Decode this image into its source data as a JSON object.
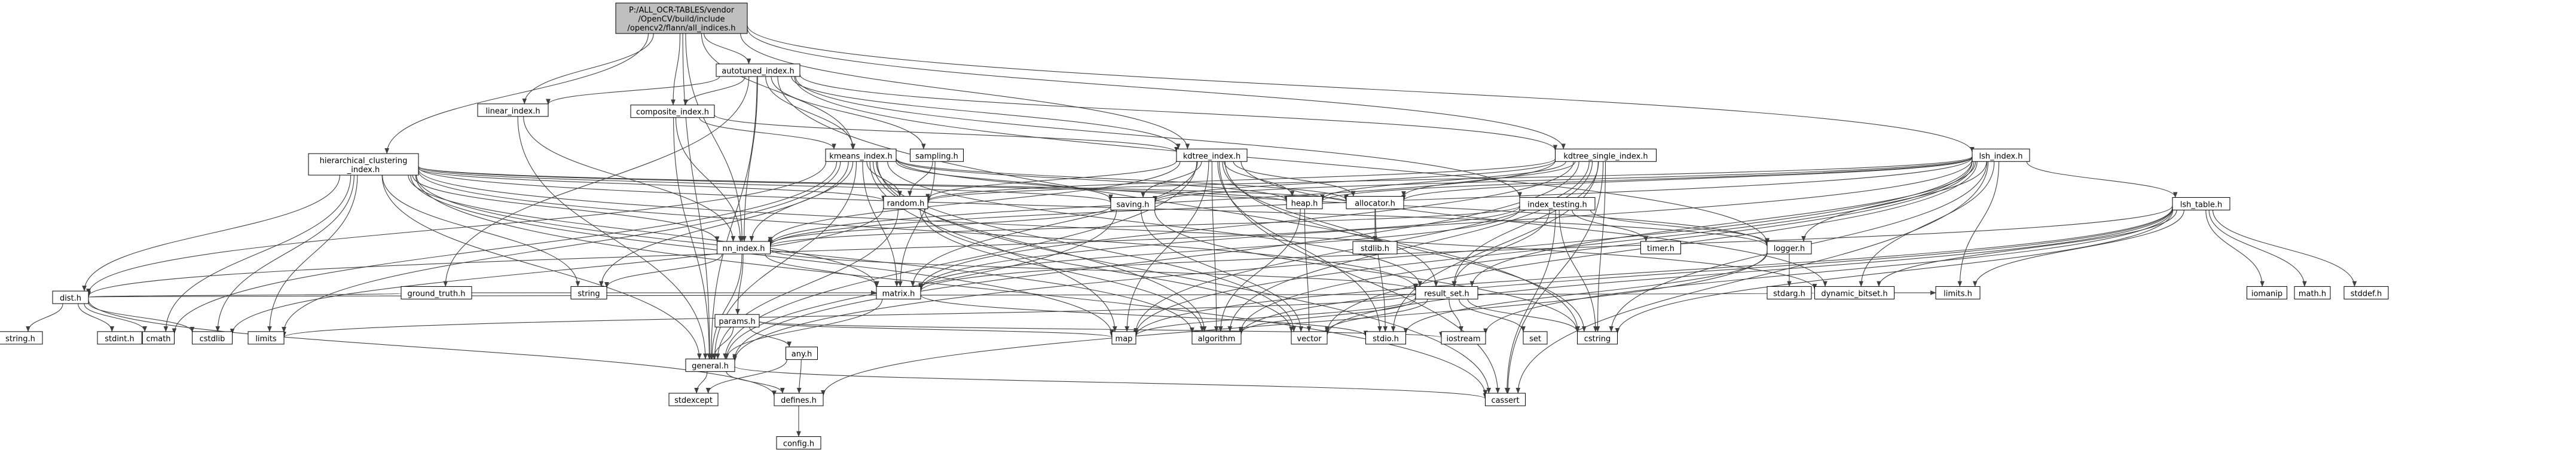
{
  "graph": {
    "title": "Include dependency graph",
    "colors": {
      "normal_fill": "#ffffff",
      "normal_border": "#000000",
      "root_fill": "#bfbfbf",
      "missing_border": "#ff0000",
      "edge": "#404040"
    },
    "nodes": [
      {
        "id": "all_indices",
        "lines": [
          "P:/ALL_OCR-TABLES/vendor",
          "/OpenCV/build/include",
          "/opencv2/flann/all_indices.h"
        ],
        "root": true
      },
      {
        "id": "autotuned",
        "lines": [
          "autotuned_index.h"
        ]
      },
      {
        "id": "linear",
        "lines": [
          "linear_index.h"
        ]
      },
      {
        "id": "composite",
        "lines": [
          "composite_index.h"
        ]
      },
      {
        "id": "sampling",
        "lines": [
          "sampling.h"
        ]
      },
      {
        "id": "hierarchical",
        "lines": [
          "hierarchical_clustering",
          "_index.h"
        ]
      },
      {
        "id": "kmeans",
        "lines": [
          "kmeans_index.h"
        ]
      },
      {
        "id": "kdtree",
        "lines": [
          "kdtree_index.h"
        ]
      },
      {
        "id": "kdtree_single",
        "lines": [
          "kdtree_single_index.h"
        ]
      },
      {
        "id": "lsh_index",
        "lines": [
          "lsh_index.h"
        ]
      },
      {
        "id": "random",
        "lines": [
          "random.h"
        ]
      },
      {
        "id": "saving",
        "lines": [
          "saving.h"
        ]
      },
      {
        "id": "heap",
        "lines": [
          "heap.h"
        ]
      },
      {
        "id": "allocator",
        "lines": [
          "allocator.h"
        ]
      },
      {
        "id": "index_testing",
        "lines": [
          "index_testing.h"
        ]
      },
      {
        "id": "timer",
        "lines": [
          "timer.h"
        ],
        "missing": true
      },
      {
        "id": "logger",
        "lines": [
          "logger.h"
        ]
      },
      {
        "id": "dynamic_bitset",
        "lines": [
          "dynamic_bitset.h"
        ]
      },
      {
        "id": "lsh_table",
        "lines": [
          "lsh_table.h"
        ]
      },
      {
        "id": "iomanip",
        "lines": [
          "iomanip"
        ]
      },
      {
        "id": "math_h",
        "lines": [
          "math.h"
        ]
      },
      {
        "id": "stddef",
        "lines": [
          "stddef.h"
        ]
      },
      {
        "id": "ground_truth",
        "lines": [
          "ground_truth.h"
        ]
      },
      {
        "id": "nn_index",
        "lines": [
          "nn_index.h"
        ]
      },
      {
        "id": "stdlib",
        "lines": [
          "stdlib.h"
        ]
      },
      {
        "id": "string",
        "lines": [
          "string"
        ]
      },
      {
        "id": "dist",
        "lines": [
          "dist.h"
        ]
      },
      {
        "id": "matrix",
        "lines": [
          "matrix.h"
        ]
      },
      {
        "id": "result_set",
        "lines": [
          "result_set.h"
        ]
      },
      {
        "id": "stdarg",
        "lines": [
          "stdarg.h"
        ]
      },
      {
        "id": "limits",
        "lines": [
          "limits"
        ]
      },
      {
        "id": "limits_h",
        "lines": [
          "limits.h"
        ]
      },
      {
        "id": "params",
        "lines": [
          "params.h"
        ]
      },
      {
        "id": "string_h",
        "lines": [
          "string.h"
        ]
      },
      {
        "id": "stdint",
        "lines": [
          "stdint.h"
        ]
      },
      {
        "id": "cmath",
        "lines": [
          "cmath"
        ]
      },
      {
        "id": "cstdlib",
        "lines": [
          "cstdlib"
        ]
      },
      {
        "id": "general",
        "lines": [
          "general.h"
        ]
      },
      {
        "id": "map",
        "lines": [
          "map"
        ]
      },
      {
        "id": "algorithm",
        "lines": [
          "algorithm"
        ]
      },
      {
        "id": "vector",
        "lines": [
          "vector"
        ]
      },
      {
        "id": "stdio",
        "lines": [
          "stdio.h"
        ]
      },
      {
        "id": "iostream",
        "lines": [
          "iostream"
        ]
      },
      {
        "id": "set",
        "lines": [
          "set"
        ]
      },
      {
        "id": "cstring",
        "lines": [
          "cstring"
        ]
      },
      {
        "id": "any",
        "lines": [
          "any.h"
        ],
        "missing": true
      },
      {
        "id": "stdexcept",
        "lines": [
          "stdexcept"
        ]
      },
      {
        "id": "defines",
        "lines": [
          "defines.h"
        ]
      },
      {
        "id": "cassert",
        "lines": [
          "cassert"
        ]
      },
      {
        "id": "config",
        "lines": [
          "config.h"
        ]
      }
    ],
    "edges": [
      [
        "all_indices",
        "autotuned"
      ],
      [
        "all_indices",
        "linear"
      ],
      [
        "all_indices",
        "composite"
      ],
      [
        "all_indices",
        "hierarchical"
      ],
      [
        "all_indices",
        "kmeans"
      ],
      [
        "all_indices",
        "kdtree"
      ],
      [
        "all_indices",
        "kdtree_single"
      ],
      [
        "all_indices",
        "lsh_index"
      ],
      [
        "all_indices",
        "nn_index"
      ],
      [
        "all_indices",
        "general"
      ],
      [
        "autotuned",
        "linear"
      ],
      [
        "autotuned",
        "composite"
      ],
      [
        "autotuned",
        "kmeans"
      ],
      [
        "autotuned",
        "kdtree"
      ],
      [
        "autotuned",
        "kdtree_single"
      ],
      [
        "autotuned",
        "sampling"
      ],
      [
        "autotuned",
        "ground_truth"
      ],
      [
        "autotuned",
        "index_testing"
      ],
      [
        "autotuned",
        "logger"
      ],
      [
        "autotuned",
        "nn_index"
      ],
      [
        "autotuned",
        "general"
      ],
      [
        "autotuned",
        "cstring"
      ],
      [
        "linear",
        "nn_index"
      ],
      [
        "linear",
        "general"
      ],
      [
        "composite",
        "kmeans"
      ],
      [
        "composite",
        "kdtree"
      ],
      [
        "composite",
        "nn_index"
      ],
      [
        "composite",
        "general"
      ],
      [
        "sampling",
        "matrix"
      ],
      [
        "sampling",
        "random"
      ],
      [
        "hierarchical",
        "random"
      ],
      [
        "hierarchical",
        "saving"
      ],
      [
        "hierarchical",
        "heap"
      ],
      [
        "hierarchical",
        "allocator"
      ],
      [
        "hierarchical",
        "logger"
      ],
      [
        "hierarchical",
        "nn_index"
      ],
      [
        "hierarchical",
        "dist"
      ],
      [
        "hierarchical",
        "matrix"
      ],
      [
        "hierarchical",
        "result_set"
      ],
      [
        "hierarchical",
        "general"
      ],
      [
        "hierarchical",
        "map"
      ],
      [
        "hierarchical",
        "algorithm"
      ],
      [
        "hierarchical",
        "string"
      ],
      [
        "hierarchical",
        "limits"
      ],
      [
        "hierarchical",
        "cmath"
      ],
      [
        "hierarchical",
        "cstdlib"
      ],
      [
        "hierarchical",
        "cassert"
      ],
      [
        "hierarchical",
        "dynamic_bitset"
      ],
      [
        "kmeans",
        "random"
      ],
      [
        "kmeans",
        "saving"
      ],
      [
        "kmeans",
        "heap"
      ],
      [
        "kmeans",
        "allocator"
      ],
      [
        "kmeans",
        "logger"
      ],
      [
        "kmeans",
        "nn_index"
      ],
      [
        "kmeans",
        "dist"
      ],
      [
        "kmeans",
        "matrix"
      ],
      [
        "kmeans",
        "result_set"
      ],
      [
        "kmeans",
        "general"
      ],
      [
        "kmeans",
        "map"
      ],
      [
        "kmeans",
        "algorithm"
      ],
      [
        "kmeans",
        "string"
      ],
      [
        "kmeans",
        "limits"
      ],
      [
        "kmeans",
        "cmath"
      ],
      [
        "kmeans",
        "cassert"
      ],
      [
        "kmeans",
        "vector"
      ],
      [
        "kdtree",
        "random"
      ],
      [
        "kdtree",
        "saving"
      ],
      [
        "kdtree",
        "heap"
      ],
      [
        "kdtree",
        "allocator"
      ],
      [
        "kdtree",
        "dynamic_bitset"
      ],
      [
        "kdtree",
        "nn_index"
      ],
      [
        "kdtree",
        "matrix"
      ],
      [
        "kdtree",
        "result_set"
      ],
      [
        "kdtree",
        "general"
      ],
      [
        "kdtree",
        "map"
      ],
      [
        "kdtree",
        "algorithm"
      ],
      [
        "kdtree",
        "cstring"
      ],
      [
        "kdtree",
        "cassert"
      ],
      [
        "kdtree",
        "stdio"
      ],
      [
        "kdtree_single",
        "random"
      ],
      [
        "kdtree_single",
        "saving"
      ],
      [
        "kdtree_single",
        "heap"
      ],
      [
        "kdtree_single",
        "allocator"
      ],
      [
        "kdtree_single",
        "nn_index"
      ],
      [
        "kdtree_single",
        "matrix"
      ],
      [
        "kdtree_single",
        "result_set"
      ],
      [
        "kdtree_single",
        "general"
      ],
      [
        "kdtree_single",
        "algorithm"
      ],
      [
        "kdtree_single",
        "cstring"
      ],
      [
        "kdtree_single",
        "cassert"
      ],
      [
        "kdtree_single",
        "stdio"
      ],
      [
        "kdtree_single",
        "map"
      ],
      [
        "lsh_index",
        "random"
      ],
      [
        "lsh_index",
        "saving"
      ],
      [
        "lsh_index",
        "heap"
      ],
      [
        "lsh_index",
        "allocator"
      ],
      [
        "lsh_index",
        "dynamic_bitset"
      ],
      [
        "lsh_index",
        "logger"
      ],
      [
        "lsh_index",
        "lsh_table"
      ],
      [
        "lsh_index",
        "nn_index"
      ],
      [
        "lsh_index",
        "matrix"
      ],
      [
        "lsh_index",
        "result_set"
      ],
      [
        "lsh_index",
        "general"
      ],
      [
        "lsh_index",
        "map"
      ],
      [
        "lsh_index",
        "algorithm"
      ],
      [
        "lsh_index",
        "vector"
      ],
      [
        "lsh_index",
        "cstring"
      ],
      [
        "lsh_index",
        "limits_h"
      ],
      [
        "lsh_index",
        "cassert"
      ],
      [
        "lsh_table",
        "iomanip"
      ],
      [
        "lsh_table",
        "math_h"
      ],
      [
        "lsh_table",
        "stddef"
      ],
      [
        "lsh_table",
        "dynamic_bitset"
      ],
      [
        "lsh_table",
        "matrix"
      ],
      [
        "lsh_table",
        "limits_h"
      ],
      [
        "lsh_table",
        "algorithm"
      ],
      [
        "lsh_table",
        "map"
      ],
      [
        "lsh_table",
        "vector"
      ],
      [
        "lsh_table",
        "cstring"
      ],
      [
        "lsh_table",
        "iostream"
      ],
      [
        "random",
        "general"
      ],
      [
        "random",
        "algorithm"
      ],
      [
        "random",
        "cstdlib"
      ],
      [
        "random",
        "vector"
      ],
      [
        "saving",
        "nn_index"
      ],
      [
        "saving",
        "general"
      ],
      [
        "saving",
        "cstring"
      ],
      [
        "saving",
        "vector"
      ],
      [
        "heap",
        "algorithm"
      ],
      [
        "heap",
        "vector"
      ],
      [
        "allocator",
        "stdlib"
      ],
      [
        "allocator",
        "stdio"
      ],
      [
        "index_testing",
        "timer"
      ],
      [
        "index_testing",
        "logger"
      ],
      [
        "index_testing",
        "matrix"
      ],
      [
        "index_testing",
        "nn_index"
      ],
      [
        "index_testing",
        "result_set"
      ],
      [
        "index_testing",
        "cstring"
      ],
      [
        "index_testing",
        "cassert"
      ],
      [
        "index_testing",
        "dist"
      ],
      [
        "logger",
        "stdarg"
      ],
      [
        "logger",
        "stdio"
      ],
      [
        "logger",
        "defines"
      ],
      [
        "dynamic_bitset",
        "limits_h"
      ],
      [
        "dynamic_bitset",
        "dist"
      ],
      [
        "ground_truth",
        "dist"
      ],
      [
        "ground_truth",
        "matrix"
      ],
      [
        "nn_index",
        "general"
      ],
      [
        "nn_index",
        "matrix"
      ],
      [
        "nn_index",
        "result_set"
      ],
      [
        "nn_index",
        "params"
      ],
      [
        "nn_index",
        "string"
      ],
      [
        "dist",
        "string_h"
      ],
      [
        "dist",
        "stdint"
      ],
      [
        "dist",
        "cmath"
      ],
      [
        "dist",
        "cstdlib"
      ],
      [
        "dist",
        "defines"
      ],
      [
        "matrix",
        "general"
      ],
      [
        "matrix",
        "stdio"
      ],
      [
        "result_set",
        "algorithm"
      ],
      [
        "result_set",
        "cstring"
      ],
      [
        "result_set",
        "iostream"
      ],
      [
        "result_set",
        "limits"
      ],
      [
        "result_set",
        "set"
      ],
      [
        "result_set",
        "vector"
      ],
      [
        "result_set",
        "map"
      ],
      [
        "params",
        "any"
      ],
      [
        "params",
        "general"
      ],
      [
        "params",
        "iostream"
      ],
      [
        "params",
        "map"
      ],
      [
        "general",
        "defines"
      ],
      [
        "general",
        "stdexcept"
      ],
      [
        "general",
        "cassert"
      ],
      [
        "any",
        "defines"
      ],
      [
        "any",
        "stdexcept"
      ],
      [
        "defines",
        "config"
      ]
    ]
  }
}
